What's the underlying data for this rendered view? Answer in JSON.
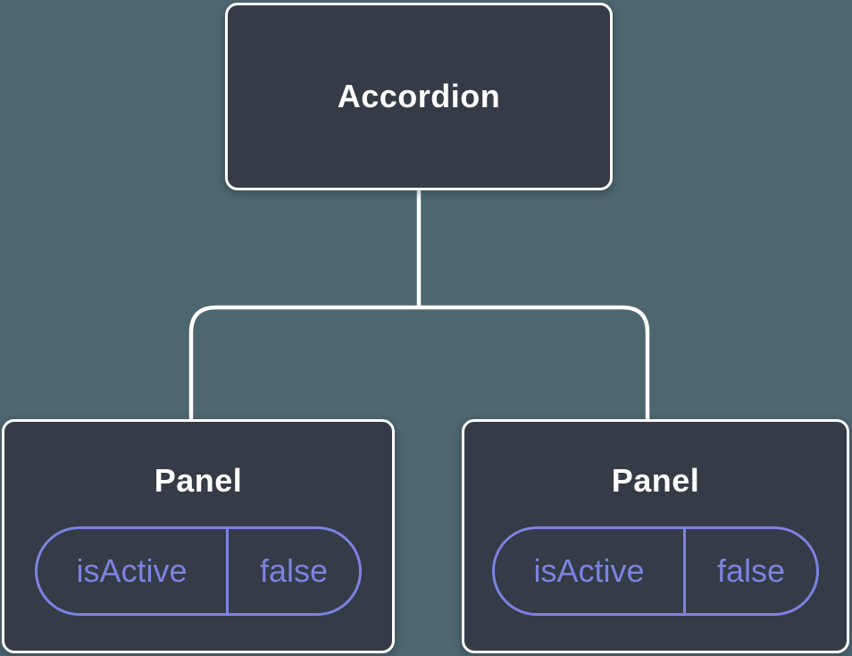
{
  "diagram": {
    "type": "component-tree",
    "colors": {
      "background": "#4d6670",
      "node_fill": "#353b47",
      "node_border": "#ffffff",
      "connector_line": "#ffffff",
      "state_accent": "#7d82e2"
    },
    "root_node": {
      "label": "Accordion"
    },
    "children": [
      {
        "label": "Panel",
        "state": {
          "key": "isActive",
          "value": "false"
        }
      },
      {
        "label": "Panel",
        "state": {
          "key": "isActive",
          "value": "false"
        }
      }
    ]
  }
}
